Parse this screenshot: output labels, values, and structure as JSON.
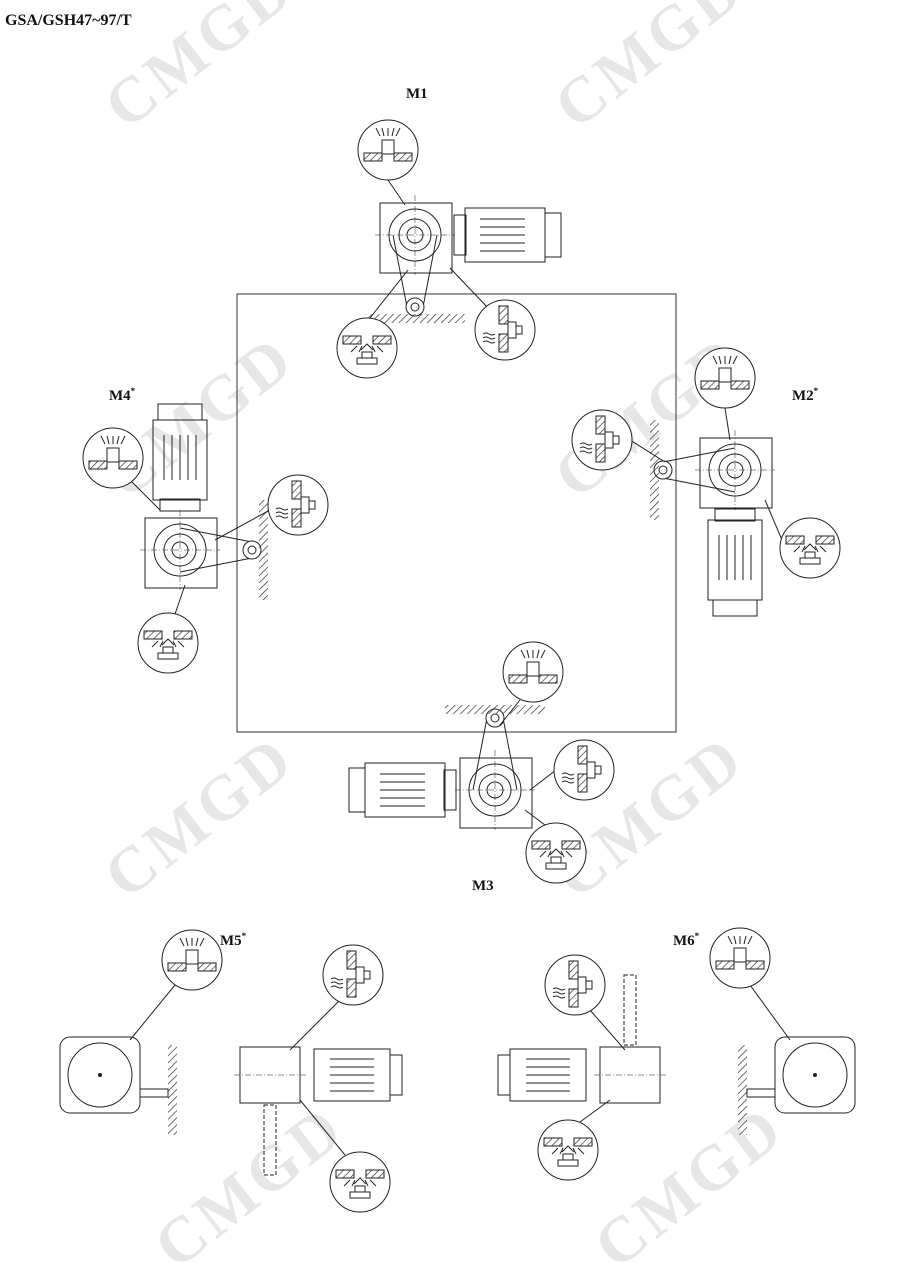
{
  "title": "GSA/GSH47~97/T",
  "watermark": "CMGD",
  "positions": [
    {
      "id": "M1",
      "label": "M1",
      "star": ""
    },
    {
      "id": "M2",
      "label": "M2",
      "star": "*"
    },
    {
      "id": "M3",
      "label": "M3",
      "star": ""
    },
    {
      "id": "M4",
      "label": "M4",
      "star": "*"
    },
    {
      "id": "M5",
      "label": "M5",
      "star": "*"
    },
    {
      "id": "M6",
      "label": "M6",
      "star": "*"
    }
  ],
  "colors": {
    "line": "#222222",
    "watermark": "#e6e6e6",
    "hatch": "#444444"
  }
}
